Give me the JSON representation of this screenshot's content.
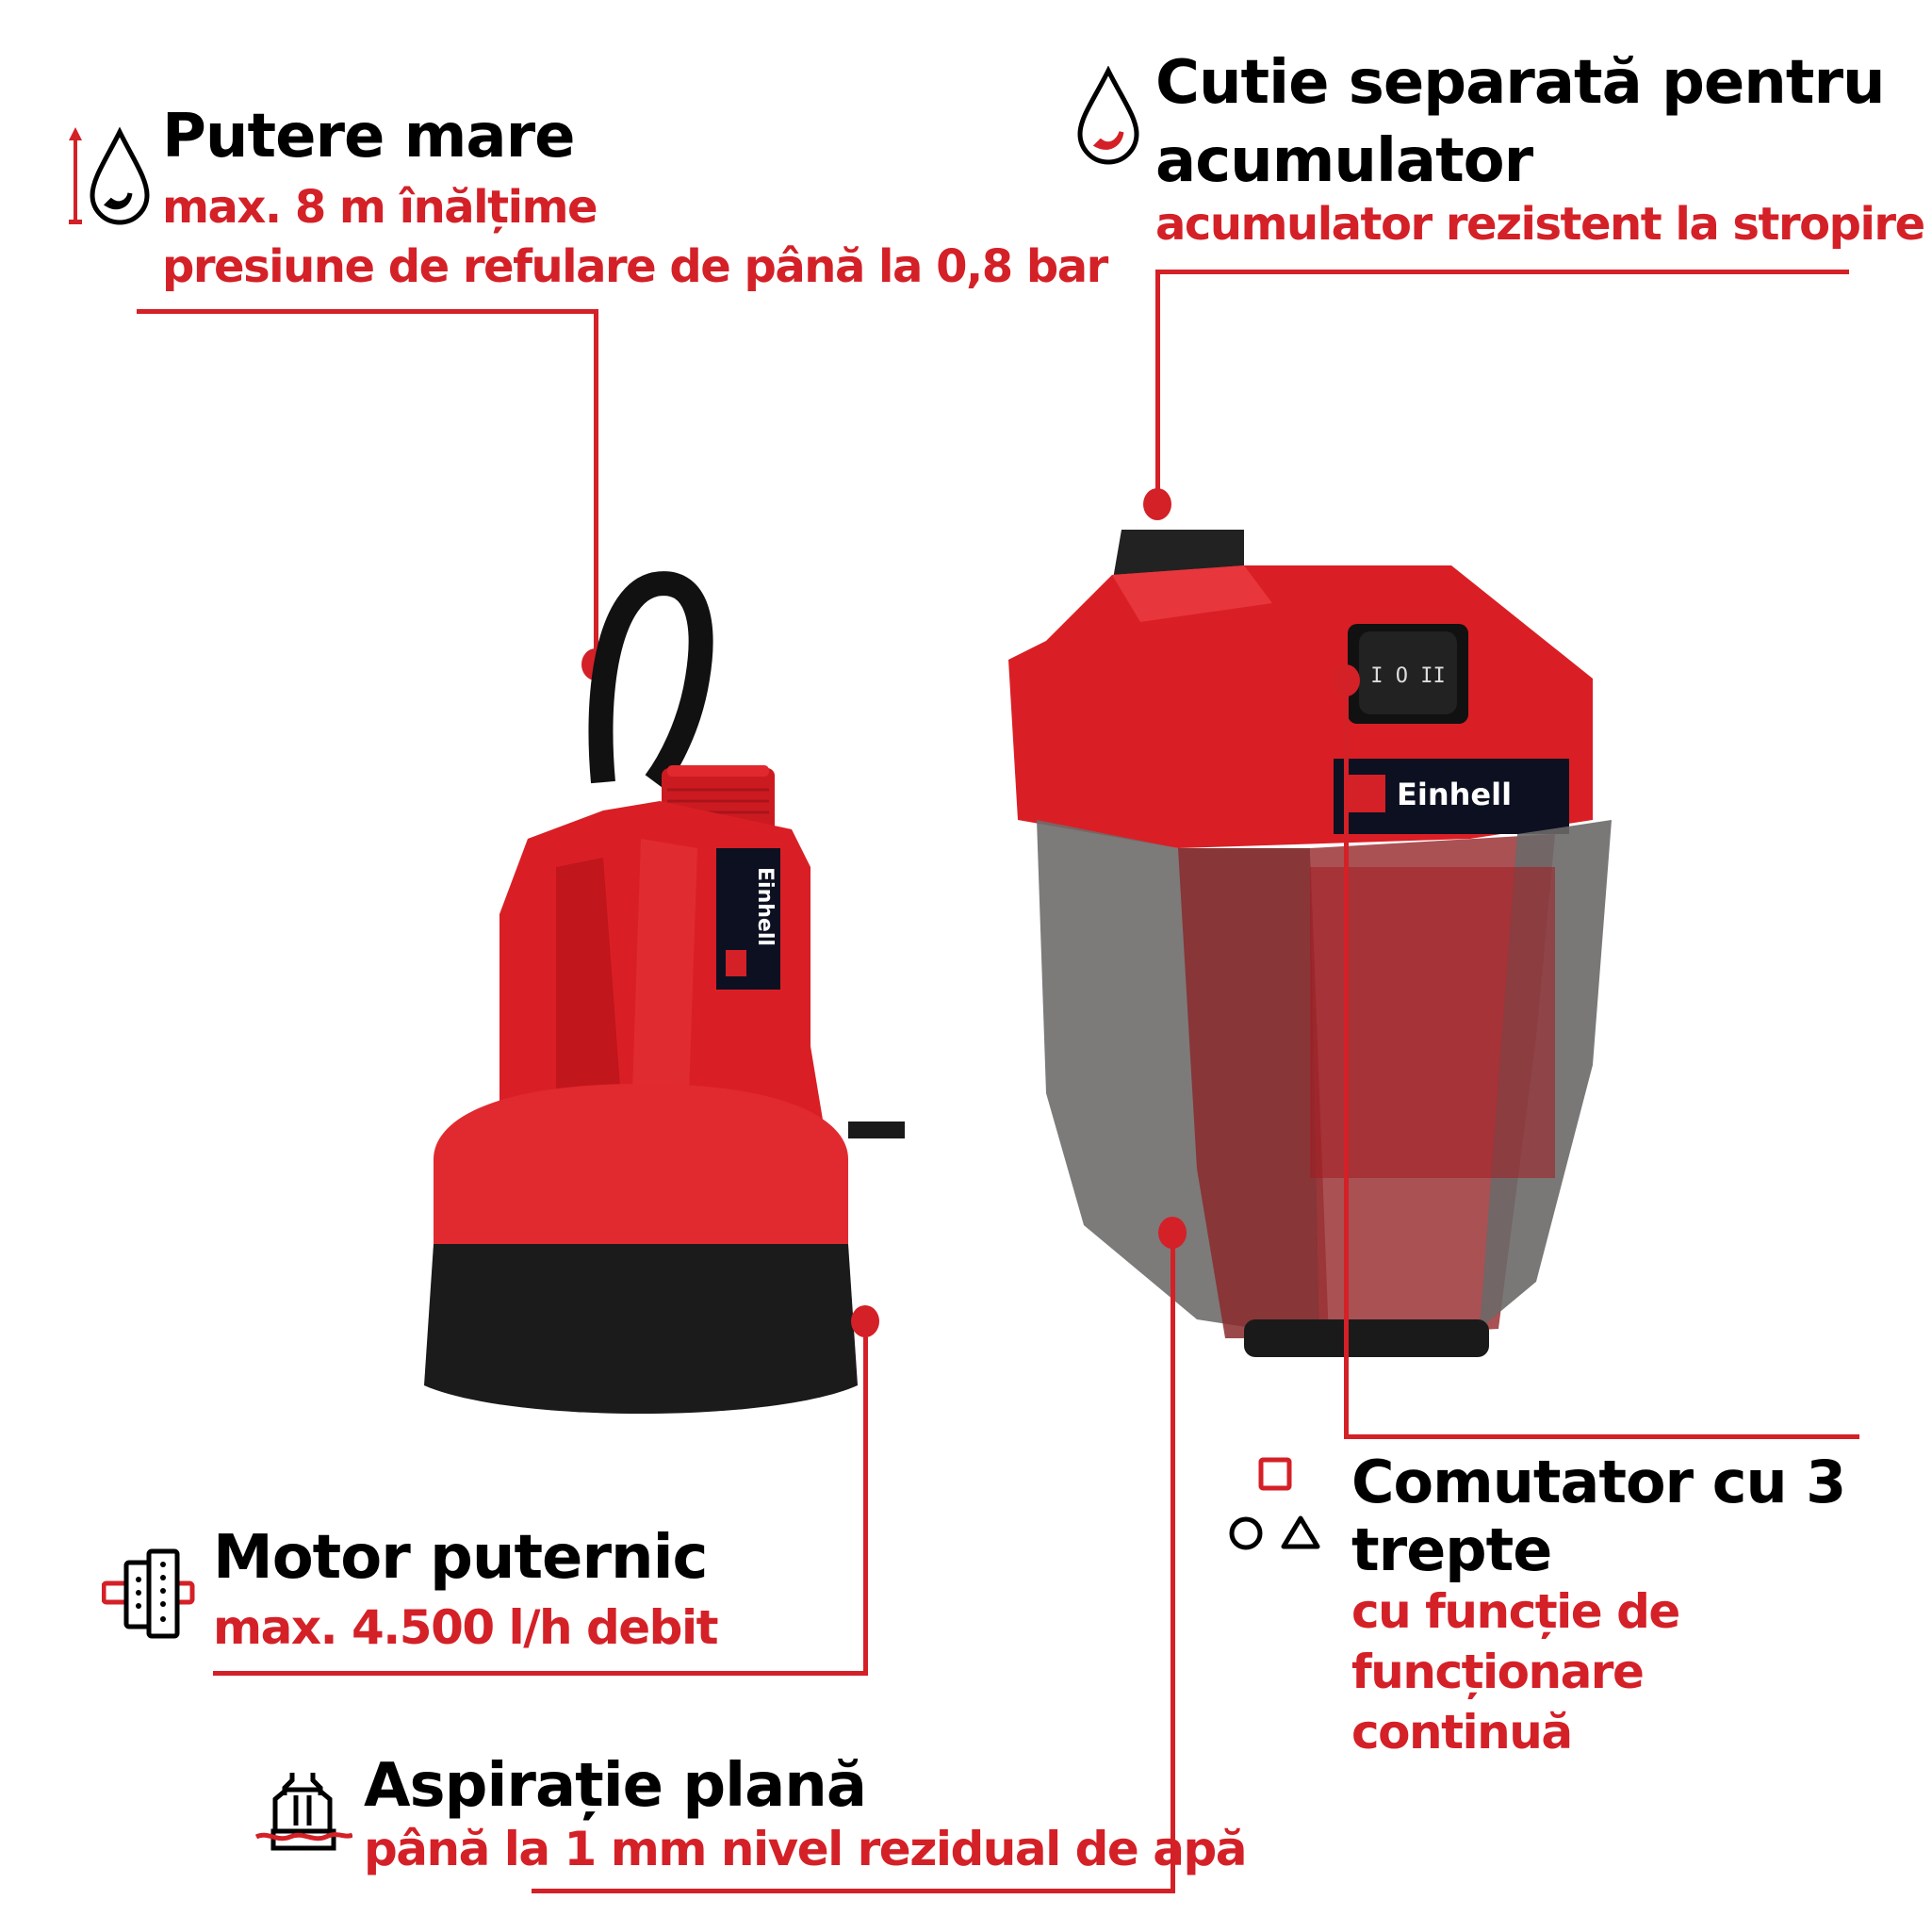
{
  "accent_color": "#d42027",
  "brand": "Einhell",
  "switch_labels": "I O II",
  "features": {
    "high_power": {
      "icon": "water-drop-height-icon",
      "title": "Putere mare",
      "lines": [
        "max. 8 m înălțime",
        "presiune de refulare de până la 0,8 bar"
      ]
    },
    "battery_box": {
      "icon": "water-drop-icon",
      "title_line1": "Cutie separată pentru",
      "title_line2": "acumulator",
      "subtitle": "acumulator rezistent la stropire"
    },
    "motor": {
      "icon": "motor-icon",
      "title": "Motor puternic",
      "subtitle": "max. 4.500 l/h debit"
    },
    "flat_suction": {
      "icon": "flat-suction-icon",
      "title": "Aspirație plană",
      "subtitle": "până la 1 mm nivel rezidual de apă"
    },
    "switch": {
      "icon": "shapes-switch-icon",
      "title_line1": "Comutator cu 3",
      "title_line2": "trepte",
      "lines": [
        "cu funcție de",
        "funcționare",
        "continuă"
      ]
    }
  }
}
